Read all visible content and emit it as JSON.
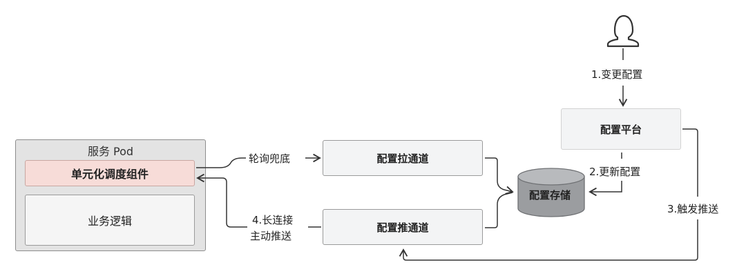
{
  "pod": {
    "title": "服务 Pod",
    "unit_component": "单元化调度组件",
    "business_logic": "业务逻辑"
  },
  "channels": {
    "pull": "配置拉通道",
    "push": "配置推通道"
  },
  "storage": "配置存储",
  "platform": "配置平台",
  "labels": {
    "polling": "轮询兜底",
    "long_conn_line1": "4.长连接",
    "long_conn_line2": "主动推送",
    "change_config": "1.变更配置",
    "update_config": "2.更新配置",
    "trigger_push": "3.触发推送"
  },
  "icons": {
    "user": "user-icon",
    "database": "database-icon"
  },
  "colors": {
    "unit_fill": "#f7dcd8",
    "db_fill": "#9b9da0",
    "db_top": "#b8babd"
  }
}
